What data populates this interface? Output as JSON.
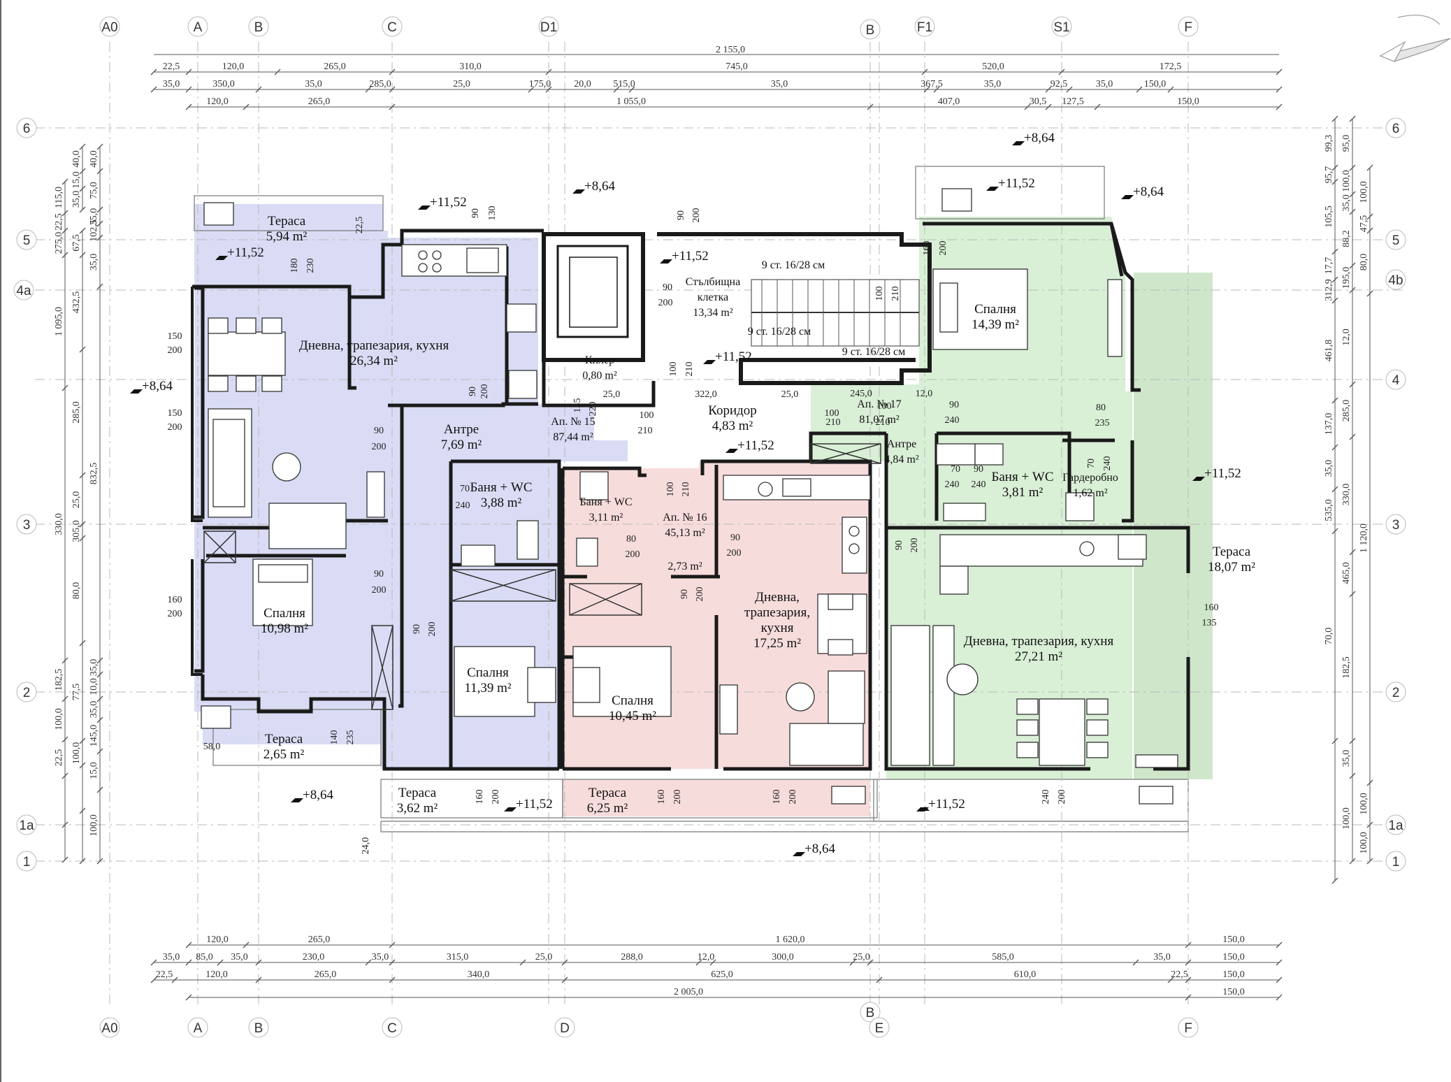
{
  "colors": {
    "apt15": "#d9dcf4",
    "apt16": "#f7dcdc",
    "apt17": "#d9efd6",
    "terrace17": "#cfe6cb",
    "wall": "#1a1a1a",
    "grid": "#b9b9b9",
    "dim": "#555555"
  },
  "axes_v_top": [
    {
      "id": "A0",
      "label": "A0"
    },
    {
      "id": "A",
      "label": "A"
    },
    {
      "id": "B",
      "label": "B"
    },
    {
      "id": "C",
      "label": "C"
    },
    {
      "id": "D1",
      "label": "D1"
    },
    {
      "id": "Bsmall",
      "label": "B"
    },
    {
      "id": "F1",
      "label": "F1"
    },
    {
      "id": "S1",
      "label": "S1"
    },
    {
      "id": "F",
      "label": "F"
    }
  ],
  "axes_v_bottom": [
    {
      "id": "A0",
      "label": "A0"
    },
    {
      "id": "A",
      "label": "A"
    },
    {
      "id": "B",
      "label": "B"
    },
    {
      "id": "C",
      "label": "C"
    },
    {
      "id": "D",
      "label": "D"
    },
    {
      "id": "Bsmall",
      "label": "B"
    },
    {
      "id": "E",
      "label": "E"
    },
    {
      "id": "F",
      "label": "F"
    }
  ],
  "axes_h_left": [
    {
      "id": "6",
      "label": "6"
    },
    {
      "id": "5",
      "label": "5"
    },
    {
      "id": "4a",
      "label": "4a"
    },
    {
      "id": "3",
      "label": "3"
    },
    {
      "id": "2",
      "label": "2"
    },
    {
      "id": "1a",
      "label": "1a"
    },
    {
      "id": "1",
      "label": "1"
    }
  ],
  "axes_h_right": [
    {
      "id": "6",
      "label": "6"
    },
    {
      "id": "5",
      "label": "5"
    },
    {
      "id": "4b",
      "label": "4b"
    },
    {
      "id": "4",
      "label": "4"
    },
    {
      "id": "3",
      "label": "3"
    },
    {
      "id": "2",
      "label": "2"
    },
    {
      "id": "1a",
      "label": "1a"
    },
    {
      "id": "1",
      "label": "1"
    }
  ],
  "dims_top": {
    "total": "2 155,0",
    "row1": [
      "22,5",
      "120,0",
      "265,0",
      "310,0",
      "745,0",
      "520,0",
      "172,5"
    ],
    "row2": [
      "35,0",
      "350,0",
      "35,0",
      "285,0",
      "25,0",
      "175,0",
      "20,0",
      "515,0",
      "35,0",
      "367,5",
      "35,0",
      "92,5",
      "35,0",
      "150,0"
    ],
    "row3": [
      "120,0",
      "265,0",
      "1 055,0",
      "407,0",
      "30,5",
      "127,5",
      "150,0"
    ]
  },
  "dims_bottom": {
    "row1": [
      "120,0",
      "265,0",
      "1 620,0",
      "150,0"
    ],
    "row2": [
      "35,0",
      "85,0",
      "35,0",
      "230,0",
      "35,0",
      "315,0",
      "25,0",
      "288,0",
      "12,0",
      "300,0",
      "25,0",
      "585,0",
      "35,0",
      "150,0"
    ],
    "row3": [
      "22,5",
      "120,0",
      "265,0",
      "340,0",
      "625,0",
      "610,0",
      "22,5",
      "150,0"
    ],
    "total_row": [
      "2 005,0",
      "150,0"
    ]
  },
  "dims_left": {
    "col1": [
      "115,0",
      "22,5",
      "275,0",
      "1 095,0",
      "330,0",
      "182,5",
      "100,0",
      "22,5"
    ],
    "col2": [
      "67,5",
      "432,5",
      "285,0",
      "25,0",
      "305,0",
      "80,0",
      "77,5",
      "100,0"
    ],
    "col3": [
      "40,0",
      "75,0",
      "35,0",
      "102,5",
      "35,0",
      "832,5",
      "35,0",
      "10,0",
      "35,0",
      "145,0",
      "15,0",
      "100,0"
    ],
    "col4": [
      "40,0",
      "15,0",
      "35,0"
    ]
  },
  "dims_right": {
    "col1": [
      "99,3",
      "95,7",
      "105,5",
      "17,7",
      "312,9",
      "461,8",
      "137,0",
      "35,0",
      "535,0",
      "70,0"
    ],
    "col2": [
      "95,0",
      "100,0",
      "35,0",
      "88,2",
      "195,0",
      "12,0",
      "285,0",
      "330,0",
      "465,0",
      "182,5",
      "35,0",
      "100,0"
    ],
    "col3": [
      "100,0",
      "47,5",
      "80,0",
      "1 120,0",
      "100,0",
      "100,0"
    ]
  },
  "rooms": [
    {
      "id": "r1",
      "lines": [
        "Тераса",
        "5,94 m²"
      ]
    },
    {
      "id": "r2",
      "lines": [
        "Дневна, трапезария, кухня",
        "26,34 m²"
      ]
    },
    {
      "id": "r3",
      "lines": [
        "Антре",
        "7,69 m²"
      ]
    },
    {
      "id": "r4",
      "lines": [
        "Баня + WC",
        "3,88 m²"
      ]
    },
    {
      "id": "r5",
      "lines": [
        "Спалня",
        "10,98 m²"
      ]
    },
    {
      "id": "r6",
      "lines": [
        "Спалня",
        "11,39 m²"
      ]
    },
    {
      "id": "r7",
      "lines": [
        "Тераса",
        "2,65 m²"
      ]
    },
    {
      "id": "r8",
      "lines": [
        "Тераса",
        "3,62 m²"
      ]
    },
    {
      "id": "r9",
      "lines": [
        "Ап. № 15",
        "87,44 m²"
      ]
    },
    {
      "id": "r10",
      "lines": [
        "Килер",
        "0,80 m²"
      ]
    },
    {
      "id": "r11",
      "lines": [
        "Стълбищна",
        "клетка",
        "13,34 m²"
      ]
    },
    {
      "id": "r12",
      "lines": [
        "Коридор",
        "4,83 m²"
      ]
    },
    {
      "id": "r13",
      "lines": [
        "Баня + WC",
        "3,11 m²"
      ]
    },
    {
      "id": "r14",
      "lines": [
        "Ап. № 16",
        "45,13 m²"
      ]
    },
    {
      "id": "r15",
      "lines": [
        "2,73 m²"
      ]
    },
    {
      "id": "r16",
      "lines": [
        "Спалня",
        "10,45 m²"
      ]
    },
    {
      "id": "r17",
      "lines": [
        "Дневна,",
        "трапезария,",
        "кухня",
        "17,25 m²"
      ]
    },
    {
      "id": "r18",
      "lines": [
        "Тераса",
        "6,25 m²"
      ]
    },
    {
      "id": "r19",
      "lines": [
        "Спалня",
        "14,39 m²"
      ]
    },
    {
      "id": "r20",
      "lines": [
        "Ап. № 17",
        "81,07 m²"
      ]
    },
    {
      "id": "r21",
      "lines": [
        "Антре",
        "4,84 m²"
      ]
    },
    {
      "id": "r22",
      "lines": [
        "Баня + WC",
        "3,81 m²"
      ]
    },
    {
      "id": "r23",
      "lines": [
        "Гардеробно",
        "1,62 m²"
      ]
    },
    {
      "id": "r24",
      "lines": [
        "Дневна, трапезария, кухня",
        "27,21 m²"
      ]
    },
    {
      "id": "r25",
      "lines": [
        "Тераса",
        "18,07 m²"
      ]
    }
  ],
  "stairs": [
    "9 ст. 16/28 см",
    "9 ст. 16/28 см",
    "9 ст. 16/28 см"
  ],
  "levels": [
    {
      "id": "l1",
      "text": "+11,52"
    },
    {
      "id": "l2",
      "text": "+11,52"
    },
    {
      "id": "l3",
      "text": "+8,64"
    },
    {
      "id": "l4",
      "text": "+8,64"
    },
    {
      "id": "l5",
      "text": "+11,52"
    },
    {
      "id": "l6",
      "text": "+11,52"
    },
    {
      "id": "l7",
      "text": "+8,64"
    },
    {
      "id": "l8",
      "text": "+11,52"
    },
    {
      "id": "l9",
      "text": "+8,64"
    },
    {
      "id": "l10",
      "text": "+11,52"
    },
    {
      "id": "l11",
      "text": "+11,52"
    },
    {
      "id": "l12",
      "text": "+8,64"
    },
    {
      "id": "l13",
      "text": "+11,52"
    },
    {
      "id": "l14",
      "text": "+11,52"
    },
    {
      "id": "l15",
      "text": "+11,52"
    },
    {
      "id": "l16",
      "text": "+8,64"
    }
  ],
  "doors": [
    {
      "id": "d1",
      "text": "22,5"
    },
    {
      "id": "d2",
      "text": "180"
    },
    {
      "id": "d3",
      "text": "230"
    },
    {
      "id": "d4",
      "text": "90"
    },
    {
      "id": "d5",
      "text": "130"
    },
    {
      "id": "d6",
      "text": "150"
    },
    {
      "id": "d7",
      "text": "200"
    },
    {
      "id": "d8",
      "text": "150"
    },
    {
      "id": "d9",
      "text": "200"
    },
    {
      "id": "d10",
      "text": "90"
    },
    {
      "id": "d11",
      "text": "200"
    },
    {
      "id": "d12",
      "text": "90"
    },
    {
      "id": "d13",
      "text": "200"
    },
    {
      "id": "d14",
      "text": "90"
    },
    {
      "id": "d15",
      "text": "200"
    },
    {
      "id": "d16",
      "text": "160"
    },
    {
      "id": "d17",
      "text": "200"
    },
    {
      "id": "d18",
      "text": "90"
    },
    {
      "id": "d19",
      "text": "200"
    },
    {
      "id": "d20",
      "text": "140"
    },
    {
      "id": "d21",
      "text": "235"
    },
    {
      "id": "d22",
      "text": "70"
    },
    {
      "id": "d23",
      "text": "240"
    },
    {
      "id": "d24",
      "text": "160"
    },
    {
      "id": "d25",
      "text": "200"
    },
    {
      "id": "d26",
      "text": "58,0"
    },
    {
      "id": "d27",
      "text": "24,0"
    },
    {
      "id": "d28",
      "text": "90"
    },
    {
      "id": "d29",
      "text": "200"
    },
    {
      "id": "d30",
      "text": "90"
    },
    {
      "id": "d31",
      "text": "200"
    },
    {
      "id": "d32",
      "text": "100"
    },
    {
      "id": "d33",
      "text": "210"
    },
    {
      "id": "d34",
      "text": "100"
    },
    {
      "id": "d35",
      "text": "210"
    },
    {
      "id": "d36",
      "text": "322,0"
    },
    {
      "id": "d37",
      "text": "25,0"
    },
    {
      "id": "d38",
      "text": "135"
    },
    {
      "id": "d39",
      "text": "220"
    },
    {
      "id": "d40",
      "text": "25,0"
    },
    {
      "id": "d41",
      "text": "100"
    },
    {
      "id": "d42",
      "text": "210"
    },
    {
      "id": "d43",
      "text": "100"
    },
    {
      "id": "d44",
      "text": "210"
    },
    {
      "id": "d45",
      "text": "80"
    },
    {
      "id": "d46",
      "text": "200"
    },
    {
      "id": "d47",
      "text": "90"
    },
    {
      "id": "d48",
      "text": "200"
    },
    {
      "id": "d49",
      "text": "90"
    },
    {
      "id": "d50",
      "text": "200"
    },
    {
      "id": "d51",
      "text": "160"
    },
    {
      "id": "d52",
      "text": "200"
    },
    {
      "id": "d53",
      "text": "160"
    },
    {
      "id": "d54",
      "text": "200"
    },
    {
      "id": "d55",
      "text": "90"
    },
    {
      "id": "d56",
      "text": "200"
    },
    {
      "id": "d57",
      "text": "160"
    },
    {
      "id": "d58",
      "text": "200"
    },
    {
      "id": "d59",
      "text": "100"
    },
    {
      "id": "d60",
      "text": "210"
    },
    {
      "id": "d61",
      "text": "100"
    },
    {
      "id": "d62",
      "text": "210"
    },
    {
      "id": "d63",
      "text": "245,0"
    },
    {
      "id": "d64",
      "text": "12,0"
    },
    {
      "id": "d65",
      "text": "90"
    },
    {
      "id": "d66",
      "text": "240"
    },
    {
      "id": "d67",
      "text": "80"
    },
    {
      "id": "d68",
      "text": "235"
    },
    {
      "id": "d69",
      "text": "70"
    },
    {
      "id": "d70",
      "text": "240"
    },
    {
      "id": "d71",
      "text": "70"
    },
    {
      "id": "d72",
      "text": "240"
    },
    {
      "id": "d73",
      "text": "90"
    },
    {
      "id": "d74",
      "text": "240"
    },
    {
      "id": "d75",
      "text": "160"
    },
    {
      "id": "d76",
      "text": "135"
    },
    {
      "id": "d77",
      "text": "240"
    },
    {
      "id": "d78",
      "text": "200"
    }
  ]
}
